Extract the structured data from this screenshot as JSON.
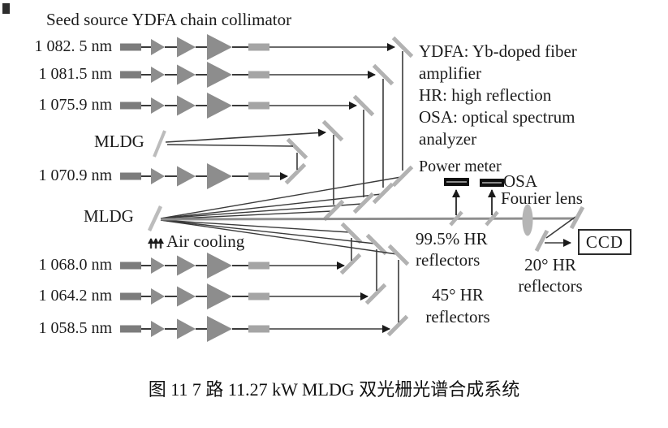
{
  "figure": {
    "title": "Seed source YDFA chain collimator",
    "channels": [
      {
        "label": "1 082. 5 nm"
      },
      {
        "label": "1 081.5 nm"
      },
      {
        "label": "1 075.9 nm"
      },
      {
        "label": "1 070.9 nm"
      },
      {
        "label": "1 068.0 nm"
      },
      {
        "label": "1 064.2 nm"
      },
      {
        "label": "1 058.5 nm"
      }
    ],
    "gratings": {
      "top_label": "MLDG",
      "bottom_label": "MLDG"
    },
    "air_cooling_label": "Air cooling",
    "legend_lines": [
      "YDFA: Yb-doped fiber",
      "amplifier",
      "HR: high reflection",
      "OSA: optical spectrum",
      "analyzer"
    ],
    "instruments": {
      "power_meter": "Power meter",
      "osa": "OSA",
      "fourier_lens": "Fourier lens",
      "ccd": "CCD"
    },
    "reflector_labels": {
      "hr995_line1": "99.5% HR",
      "hr995_line2": "reflectors",
      "hr45_line1": "45° HR",
      "hr45_line2": "reflectors",
      "hr20_line1": "20° HR",
      "hr20_line2": "reflectors"
    },
    "caption": "图 11 7 路 11.27 kW MLDG 双光栅光谱合成系统",
    "colors": {
      "beam": "#3a3a3a",
      "combined_beam": "#8f8f8f",
      "mirror": "#b2b2b2",
      "grating": "#bcbcbc",
      "amplifier": "#8d8d8d",
      "seed": "#7c7c7c",
      "collimator": "#a5a5a5",
      "detector_bar": "#0f0f0f",
      "arrow": "#1a1a1a",
      "text": "#1c1c1c"
    }
  }
}
